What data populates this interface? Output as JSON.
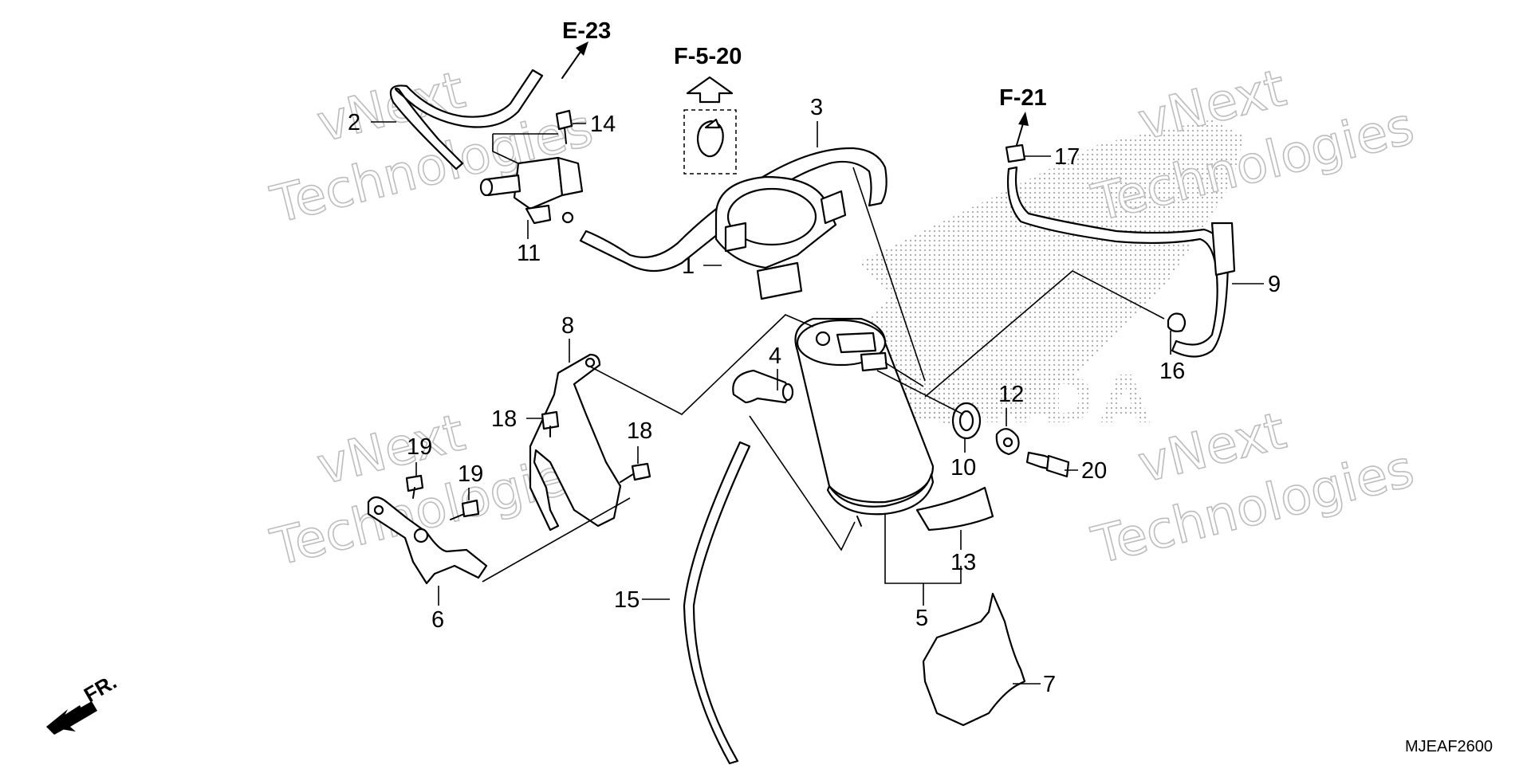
{
  "diagram": {
    "diagram_code": "MJEAF2600",
    "front_arrow_label": "FR.",
    "references": [
      {
        "id": "ref-e23",
        "label": "E-23"
      },
      {
        "id": "ref-f520",
        "label": "F-5-20"
      },
      {
        "id": "ref-f21",
        "label": "F-21"
      }
    ],
    "callouts": [
      {
        "id": "c1",
        "label": "1"
      },
      {
        "id": "c2",
        "label": "2"
      },
      {
        "id": "c3",
        "label": "3"
      },
      {
        "id": "c4",
        "label": "4"
      },
      {
        "id": "c5",
        "label": "5"
      },
      {
        "id": "c6",
        "label": "6"
      },
      {
        "id": "c7",
        "label": "7"
      },
      {
        "id": "c8",
        "label": "8"
      },
      {
        "id": "c9",
        "label": "9"
      },
      {
        "id": "c10",
        "label": "10"
      },
      {
        "id": "c11",
        "label": "11"
      },
      {
        "id": "c12",
        "label": "12"
      },
      {
        "id": "c13",
        "label": "13"
      },
      {
        "id": "c14",
        "label": "14"
      },
      {
        "id": "c15",
        "label": "15"
      },
      {
        "id": "c16",
        "label": "16"
      },
      {
        "id": "c17",
        "label": "17"
      },
      {
        "id": "c18a",
        "label": "18"
      },
      {
        "id": "c18b",
        "label": "18"
      },
      {
        "id": "c19a",
        "label": "19"
      },
      {
        "id": "c19b",
        "label": "19"
      },
      {
        "id": "c20",
        "label": "20"
      }
    ],
    "watermark": {
      "line1": "vNext",
      "line2": "Technologies"
    }
  }
}
